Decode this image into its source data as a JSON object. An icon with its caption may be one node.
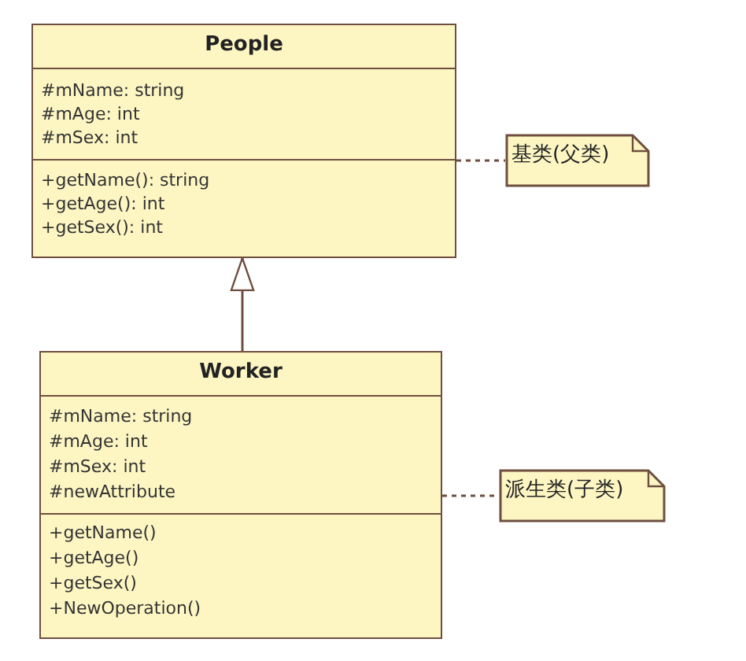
{
  "diagram": {
    "nodes": [
      {
        "text": [
          "People",
          "#mName: string",
          "#mAge: int",
          "#mSex: int",
          "+getName(): string",
          "+getAge(): int",
          "+getSex(): int"
        ]
      },
      {
        "text": [
          "基类(父类)"
        ]
      },
      {
        "text": [
          "Worker",
          "#mName: string",
          "#mAge: int",
          "#mSex: int",
          "#newAttribute",
          "+getName()",
          "+getAge()",
          "+getSex()",
          "+NewOperation()"
        ]
      },
      {
        "text": [
          "派生类(子类)"
        ]
      }
    ],
    "edges": [
      {
        "from": 2,
        "to": 0,
        "arrow": "to"
      },
      {
        "from": 0,
        "to": 1,
        "arrow": "none",
        "style": "dashed"
      },
      {
        "from": 2,
        "to": 3,
        "arrow": "none",
        "style": "dashed"
      }
    ]
  }
}
